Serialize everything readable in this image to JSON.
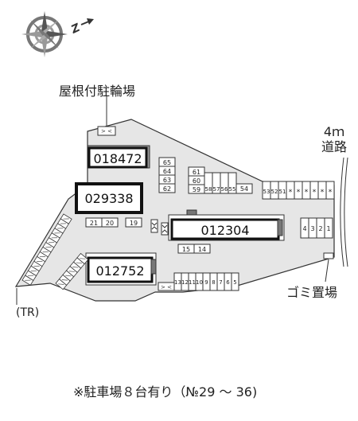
{
  "labels": {
    "bike_parking": "屋根付駐輪場",
    "road_top": "4ｍ",
    "road_bottom": "道路",
    "garbage": "ゴミ置場",
    "tr": "(TR)",
    "note": "※駐車場８台有り（№29 ～ 36)"
  },
  "buildings": {
    "b1": "018472",
    "b2": "029338",
    "b3": "012304",
    "b4": "012752"
  },
  "spaces": {
    "s65": "65",
    "s64": "64",
    "s63": "63",
    "s62": "62",
    "s61": "61",
    "s60": "60",
    "s59": "59",
    "s58": "58",
    "s57": "57",
    "s56": "56",
    "s55": "55",
    "s54": "54",
    "s53": "53",
    "s52": "52",
    "s51": "51",
    "s21": "21",
    "s20": "20",
    "s19": "19",
    "s15": "15",
    "s14": "14",
    "s4": "4",
    "s3": "3",
    "s2": "2",
    "s1": "1",
    "s13": "13",
    "s12": "12",
    "s11": "11",
    "s10": "10",
    "s9": "9",
    "s8": "8",
    "s7": "7",
    "s6": "6",
    "s5": "5",
    "star": "*"
  },
  "colors": {
    "site_fill": "#e6e6e6",
    "outline": "#333333"
  }
}
